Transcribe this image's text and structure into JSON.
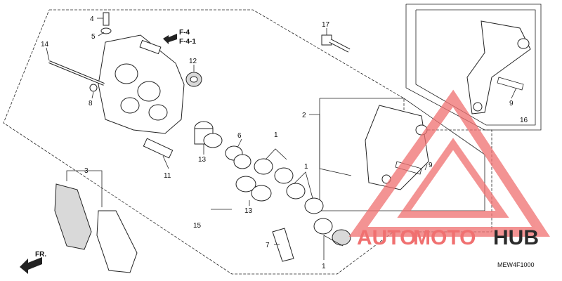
{
  "diagram": {
    "code": "MEW4F1000",
    "front_label": "FR.",
    "reference": [
      "F-4",
      "F-4-1"
    ],
    "callouts": {
      "p4": "4",
      "p5": "5",
      "p14": "14",
      "p8": "8",
      "p12": "12",
      "p17": "17",
      "p2": "2",
      "p9a": "9",
      "p16": "16",
      "p9b": "9",
      "p6": "6",
      "p13a": "13",
      "p13b": "13",
      "p1a": "1",
      "p1b": "1",
      "p1c": "1",
      "p11": "11",
      "p3": "3",
      "p15": "15",
      "p7": "7"
    }
  },
  "watermark": {
    "text_auto": "AUTO",
    "text_moto": "MOTO",
    "text_hub": "HUB",
    "accent_color": "#f07070",
    "dark_color": "#2b2b2b"
  }
}
